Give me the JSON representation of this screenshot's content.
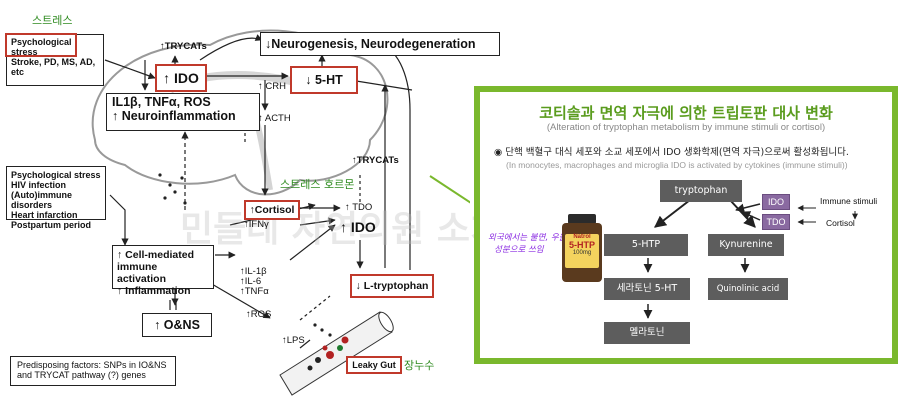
{
  "left_diagram": {
    "label_stress": "스트레스",
    "box_stressors": [
      "Psychological",
      "stress",
      "Stroke, PD, MS, AD,",
      "etc"
    ],
    "trycats_top": "↑TRYCATs",
    "ido_top": "↑ IDO",
    "neurogenesis": "↓Neurogenesis, Neurodegeneration",
    "serotonin": "↓ 5-HT",
    "crh": "↑ CRH",
    "acth": "↑ ACTH",
    "inflammation_line1": "IL1β, TNFα, ROS",
    "inflammation_line2": "↑ Neuroinflammation",
    "trycats_right": "↑TRYCATs",
    "label_stress_hormone": "스트레스 호르몬",
    "cortisol": "↑Cortisol",
    "tdo": "↑ TDO",
    "ido_mid": "↑ IDO",
    "box_conditions": [
      "Psychological stress",
      "HIV infection",
      "(Auto)immune disorders",
      "Heart infarction",
      "Postpartum period"
    ],
    "immune_box": [
      "↑ Cell-mediated",
      "immune activation",
      "↑ Inflammation"
    ],
    "ifn": "↑IFNγ",
    "cytokines": [
      "↑IL-1β",
      "↑IL-6",
      "↑TNFα"
    ],
    "ros": "↑ROS",
    "lps": "↑LPS",
    "ltryptophan": "↓ L-tryptophan",
    "ons": "↑ O&NS",
    "leaky_gut": "Leaky Gut",
    "label_leaky_gut": "장누수",
    "predisposing": [
      "Predisposing factors: SNPs in IO&NS",
      "and TRYCAT pathway (?) genes"
    ],
    "watermark": "민들레 자연의원 소치료이야기"
  },
  "panel": {
    "title": "코티솔과 면역 자극에 의한 트립토판 대사 변화",
    "subtitle": "(Alteration of tryptophan metabolism by immune stimuli or cortisol)",
    "note_korean": "◉ 단핵 백혈구 대식 세포와 소교 세포에서 IDO 생화학제(면역 자극)으로써 활성화됩니다.",
    "note_english": "(In monocytes, macrophages and microglia IDO is activated by cytokines (immune stimuli))",
    "supplement_note": [
      "외국에서는 불면, 우울",
      "성분으로 쓰임"
    ],
    "bottle_label": "5-HTP",
    "bottle_brand": "Natrol",
    "bottle_dose": "100mg",
    "nodes": {
      "tryptophan": "tryptophan",
      "htp": "5-HTP",
      "kynurenine": "Kynurenine",
      "serotonin": "세라토닌 5-HT",
      "quinolinic": "Quinolinic acid",
      "melatonin": "멜라토닌",
      "ido": "IDO",
      "tdo": "TDO"
    },
    "immune_stimuli": "Immune stimuli",
    "cortisol": "Cortisol"
  },
  "colors": {
    "panel_green": "#7ab82d",
    "title_green": "#5a9c1e",
    "label_green": "#2e8b1f",
    "red_box": "#c0392b",
    "node_dark": "#5d5d5d",
    "node_purple": "#8a6aa1"
  }
}
